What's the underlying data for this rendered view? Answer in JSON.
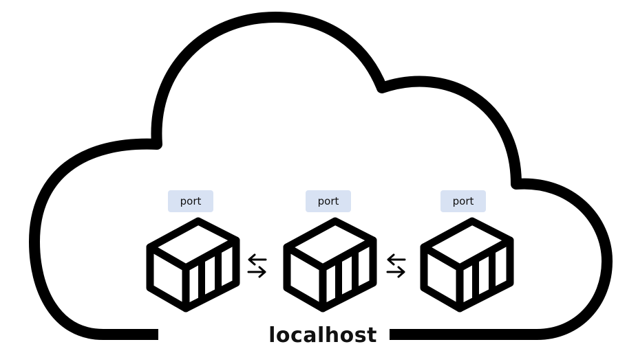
{
  "diagram": {
    "host_label": "localhost",
    "containers": [
      {
        "port_label": "port",
        "icon": "container-icon"
      },
      {
        "port_label": "port",
        "icon": "container-icon"
      },
      {
        "port_label": "port",
        "icon": "container-icon"
      }
    ],
    "connectors": [
      {
        "icon": "bidirectional-arrow-icon"
      },
      {
        "icon": "bidirectional-arrow-icon"
      }
    ],
    "cloud_icon": "cloud-icon",
    "colors": {
      "outline": "#000000",
      "background": "#ffffff",
      "port_badge": "#d8e2f3"
    }
  }
}
